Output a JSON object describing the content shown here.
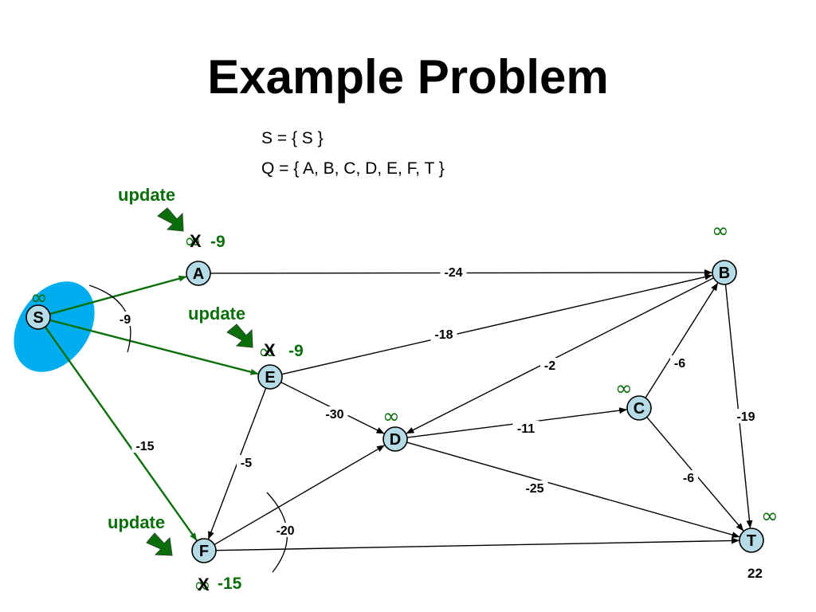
{
  "slide": {
    "title": "Example Problem",
    "set_s": "S = { S }",
    "set_q": "Q = { A, B, C, D, E, F, T }",
    "page_number": "22"
  },
  "colors": {
    "node_fill": "#b4dbe6",
    "highlight": "#00aeef",
    "green": "#0a6e0a",
    "edge": "#000000"
  },
  "graph": {
    "nodes": [
      {
        "id": "S",
        "label": "S"
      },
      {
        "id": "A",
        "label": "A"
      },
      {
        "id": "B",
        "label": "B"
      },
      {
        "id": "C",
        "label": "C"
      },
      {
        "id": "D",
        "label": "D"
      },
      {
        "id": "E",
        "label": "E"
      },
      {
        "id": "F",
        "label": "F"
      },
      {
        "id": "T",
        "label": "T"
      }
    ],
    "edges": [
      {
        "from": "S",
        "to": "A",
        "weight": "",
        "highlighted": true
      },
      {
        "from": "S",
        "to": "E",
        "weight": "-9",
        "highlighted": true
      },
      {
        "from": "S",
        "to": "F",
        "weight": "-15",
        "highlighted": true
      },
      {
        "from": "A",
        "to": "B",
        "weight": "-24",
        "highlighted": false
      },
      {
        "from": "E",
        "to": "B",
        "weight": "-18",
        "highlighted": false
      },
      {
        "from": "B",
        "to": "D",
        "weight": "-2",
        "highlighted": false
      },
      {
        "from": "C",
        "to": "B",
        "weight": "-6",
        "highlighted": false
      },
      {
        "from": "B",
        "to": "T",
        "weight": "-19",
        "highlighted": false
      },
      {
        "from": "E",
        "to": "D",
        "weight": "-30",
        "highlighted": false
      },
      {
        "from": "E",
        "to": "F",
        "weight": "-5",
        "highlighted": false
      },
      {
        "from": "D",
        "to": "C",
        "weight": "-11",
        "highlighted": false
      },
      {
        "from": "C",
        "to": "T",
        "weight": "-6",
        "highlighted": false
      },
      {
        "from": "D",
        "to": "T",
        "weight": "-25",
        "highlighted": false
      },
      {
        "from": "F",
        "to": "D",
        "weight": "-20",
        "highlighted": false
      },
      {
        "from": "F",
        "to": "T",
        "weight": "",
        "highlighted": false
      }
    ],
    "distances": {
      "S": {
        "old": "∞"
      },
      "A": {
        "old": "∞",
        "crossed": "X",
        "new": "-9"
      },
      "E": {
        "old": "∞",
        "crossed": "X",
        "new": "-9"
      },
      "F": {
        "old": "∞",
        "crossed": "X",
        "new": "-15"
      },
      "B": {
        "old": "∞"
      },
      "C": {
        "old": "∞"
      },
      "D": {
        "old": "∞"
      },
      "T": {
        "old": "∞"
      }
    },
    "update_label": "update"
  }
}
